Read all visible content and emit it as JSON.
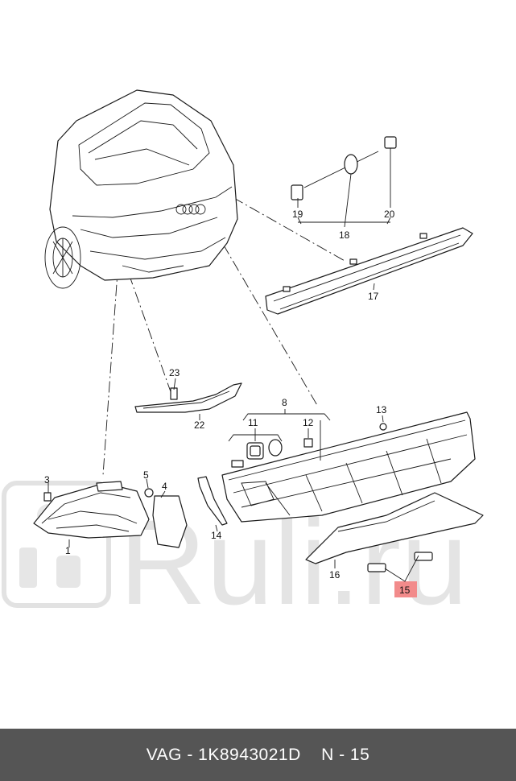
{
  "watermark": "Ruli.ru",
  "highlight_color": "#f28b8b",
  "footer": {
    "brand": "VAG",
    "separator": " - ",
    "part_number": "1K8943021D",
    "position": "N - 15"
  },
  "callouts": {
    "c1": "1",
    "c3": "3",
    "c4": "4",
    "c5": "5",
    "c8": "8",
    "c11": "11",
    "c12": "12",
    "c13": "13",
    "c14": "14",
    "c15": "15",
    "c16": "16",
    "c17": "17",
    "c18": "18",
    "c19": "19",
    "c20": "20",
    "c22": "22",
    "c23": "23"
  }
}
